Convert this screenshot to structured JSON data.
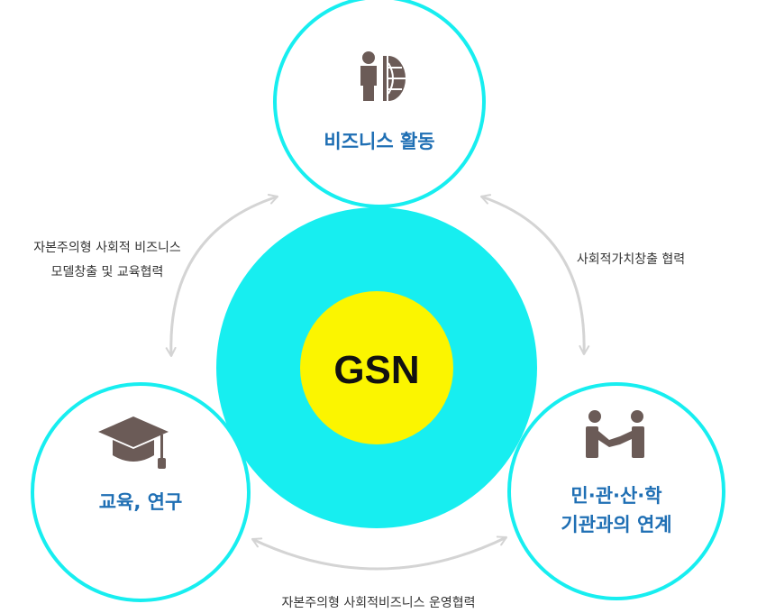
{
  "colors": {
    "cyan": "#17eef0",
    "yellow": "#fbf500",
    "node_label": "#1f6fb4",
    "icon": "#6b5b57",
    "arrow": "#d4d4d4",
    "text": "#333333"
  },
  "center": {
    "label": "GSN"
  },
  "nodes": {
    "business": {
      "label": "비즈니스 활동",
      "icon": "businessman-globe-icon"
    },
    "education": {
      "label": "교육, 연구",
      "icon": "graduation-cap-icon"
    },
    "cooperation": {
      "label_line1": "민·관·산·학",
      "label_line2": "기관과의 연계",
      "icon": "handshake-icon"
    }
  },
  "edges": {
    "left": {
      "line1": "자본주의형 사회적 비즈니스",
      "line2": "모델창출 및 교육협력"
    },
    "right": {
      "label": "사회적가치창출 협력"
    },
    "bottom": {
      "label": "자본주의형 사회적비즈니스 운영협력"
    }
  }
}
